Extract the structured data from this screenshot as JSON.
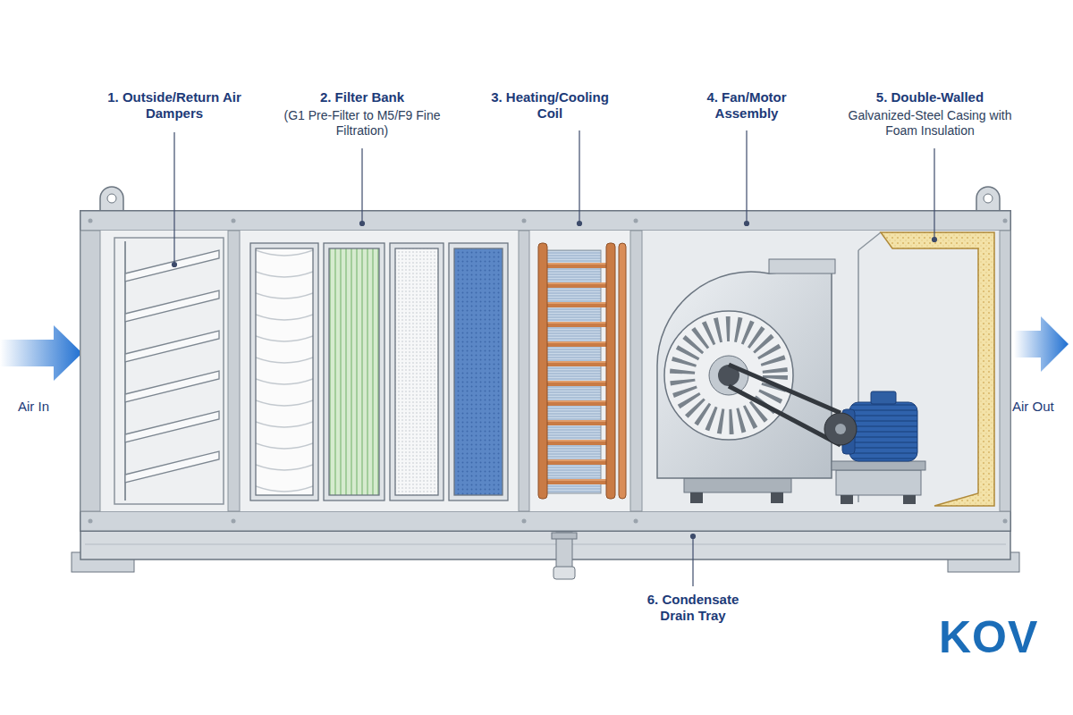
{
  "diagram": {
    "labels": [
      "1. Outside/Return Air Dampers",
      "2. Filter Bank",
      "(G1 Pre-Filter to M5/F9 Fine Filtration)",
      "3. Heating/Cooling Coil",
      "4. Fan/Motor Assembly",
      "5. Double-Walled",
      "Galvanized-Steel Casing with Foam Insulation",
      "Air In",
      "Air Out",
      "6. Condensate Drain Tray",
      "KOV"
    ]
  }
}
